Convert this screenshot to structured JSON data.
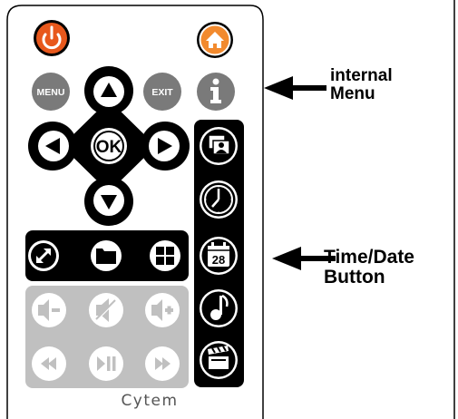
{
  "remote": {
    "brand": "Cytem",
    "keys": {
      "menu": "MENU",
      "exit": "EXIT",
      "ok": "OK",
      "calendar_day": "28"
    },
    "icons": {
      "power": "power-icon",
      "home": "home-icon",
      "info": "info-icon",
      "up": "triangle-up-icon",
      "down": "triangle-down-icon",
      "left": "triangle-left-icon",
      "right": "triangle-right-icon",
      "fullscreen": "diagonal-arrows-icon",
      "folder": "folder-icon",
      "grid": "grid-icon",
      "volume_down": "speaker-minus-icon",
      "mute": "speaker-muted-icon",
      "volume_up": "speaker-plus-icon",
      "rewind": "rewind-icon",
      "play_pause": "play-pause-icon",
      "forward": "fast-forward-icon",
      "photos": "photos-icon",
      "clock": "clock-icon",
      "calendar": "calendar-icon",
      "music": "music-note-icon",
      "video": "clapperboard-icon"
    },
    "colors": {
      "power_button": "#e8581c",
      "home_button": "#f28a2e",
      "grey_button": "#7a7a7a",
      "media_panel": "#c0c0c0",
      "dark": "#000000"
    }
  },
  "annotations": {
    "menu": {
      "line1": "internal",
      "line2": "Menu"
    },
    "time_date": {
      "line1": "Time/Date",
      "line2": "Button"
    }
  }
}
